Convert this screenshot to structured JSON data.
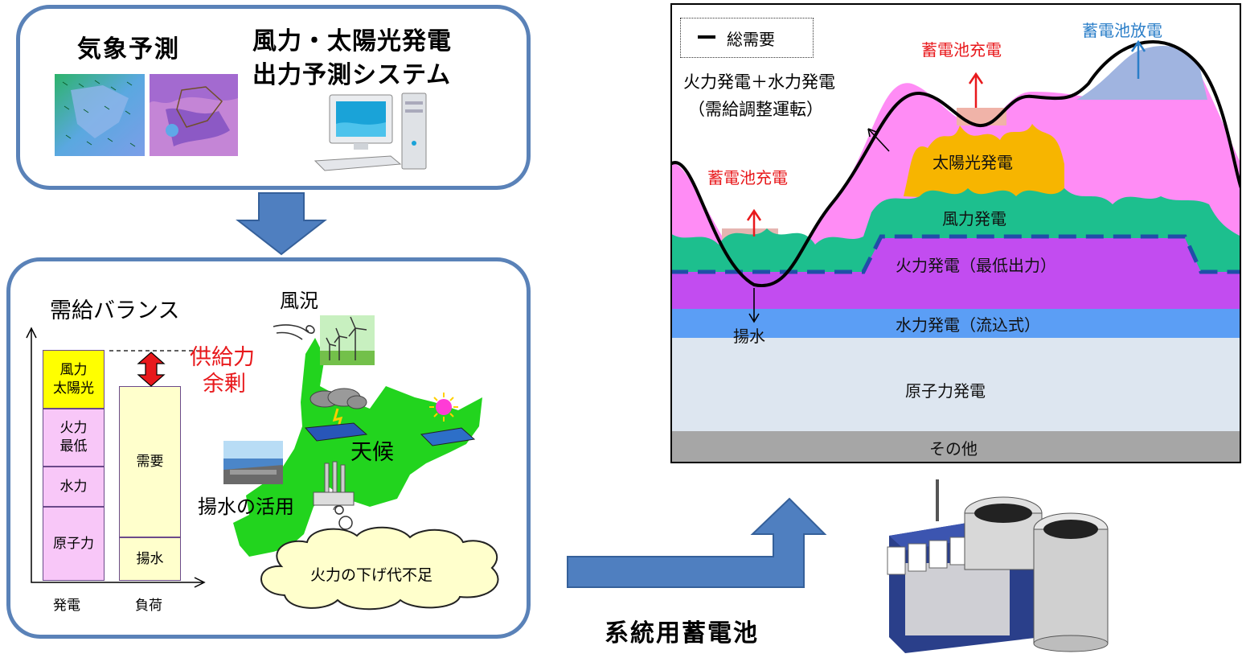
{
  "forecast_panel": {
    "weather_title": "気象予測",
    "system_title_line1": "風力・太陽光発電",
    "system_title_line2": "出力予測システム"
  },
  "balance_panel": {
    "title": "需給バランス",
    "generation_stack": [
      "風力\n太陽光",
      "火力\n最低",
      "水力",
      "原子力"
    ],
    "load_stack": [
      "需要",
      "揚水"
    ],
    "axis_generation": "発電",
    "axis_load": "負荷",
    "surplus_label_line1": "供給力",
    "surplus_label_line2": "余剰",
    "map_wind": "風況",
    "map_weather": "天候",
    "map_pumped": "揚水の活用",
    "cloud_text": "火力の下げ代不足"
  },
  "battery_label": "系統用蓄電池",
  "supply_chart": {
    "legend_label": "総需要",
    "annot_thermal_hydro_line1": "火力発電＋水力発電",
    "annot_thermal_hydro_line2": "（需給調整運転）",
    "charge_label_left": "蓄電池充電",
    "charge_label_mid": "蓄電池充電",
    "discharge_label": "蓄電池放電",
    "pumped_label": "揚水",
    "layers": {
      "solar": "太陽光発電",
      "wind": "風力発電",
      "thermal_min": "火力発電（最低出力）",
      "hydro": "水力発電（流込式）",
      "nuclear": "原子力発電",
      "other": "その他"
    }
  },
  "colors": {
    "panel_border": "#5a82b8",
    "arrow_fill": "#4f7fc0",
    "surplus_red": "#e8191c",
    "discharge_blue": "#2a7ec8",
    "solar": "#f7b500",
    "wind": "#1dbf8e",
    "thermal_min": "#c24cf0",
    "hydro": "#5b9ef5",
    "nuclear": "#dde6f0",
    "other": "#a6a6a6",
    "thermal_hydro": "#ff8cf5"
  }
}
